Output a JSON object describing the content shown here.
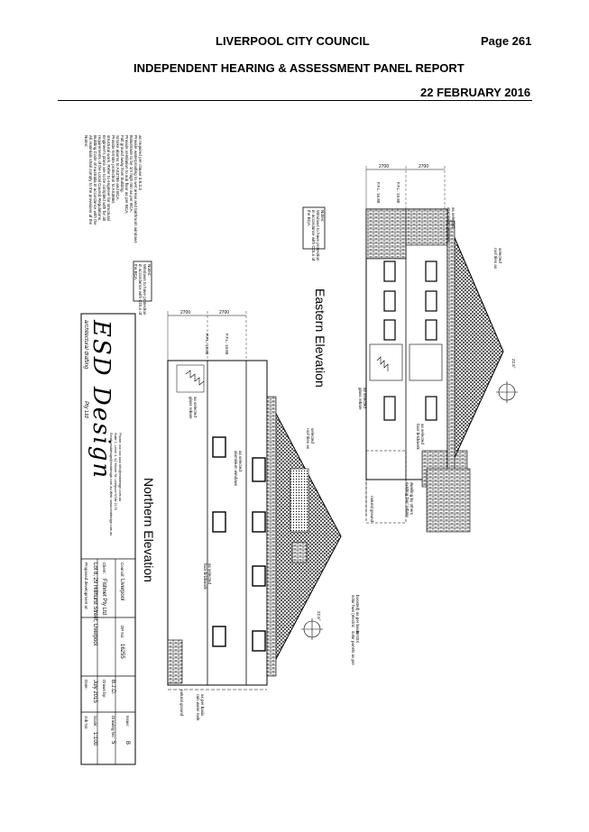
{
  "header": {
    "council": "LIVERPOOL CITY COUNCIL",
    "page": "Page 261",
    "report_title": "INDEPENDENT HEARING & ASSESSMENT PANEL REPORT",
    "date": "22 FEBRUARY 2016"
  },
  "drawing": {
    "northern": {
      "title": "Northern Elevation",
      "dim_1": "2700",
      "dim_2": "2700",
      "level_1": "F.F.L. 16.80",
      "level_2": "F.F.L. 19.80",
      "callout_glass_balustrade": "glass rebate",
      "callout_glass_balustrade_2": "as selected",
      "callout_aluminium_windows": "aluminium windows",
      "callout_aluminium_windows_2": "as selected",
      "callout_face_brickwork": "face brickwork",
      "callout_face_brickwork_2": "as selected",
      "callout_roof_tiles": "roof tiles as",
      "callout_roof_tiles_2": "selected",
      "callout_solar_panels": "solar panels as per",
      "callout_solar_panels_2": "BASIX",
      "callout_solar_hws": "solar hws (electric",
      "callout_solar_hws_2": "boosted) as per basix",
      "callout_rainwater_tank": "rain water tank",
      "callout_rainwater_tank_2": "as per basix",
      "natural_ground": "natural ground",
      "roof_pitch": "22.5°"
    },
    "eastern": {
      "title": "Eastern Elevation",
      "dim_1": "2700",
      "dim_2": "2700",
      "level_1": "F.F.L. 16.80",
      "level_2": "F.F.L. 19.80",
      "callout_aluminium_windows": "aluminium windows",
      "callout_aluminium_windows_2": "as selected",
      "callout_roof_tiles": "roof tiles as",
      "callout_roof_tiles_2": "selected",
      "callout_glass_balustrade": "glass rebate",
      "callout_glass_balustrade_2": "as selected",
      "callout_face_brickwork": "face brickwork",
      "callout_face_brickwork_2": "as selected",
      "callout_existing_ground": "existing 'bar' rebate",
      "callout_existing_ground_2": "dwelling by others",
      "natural_ground": "natural ground",
      "roof_pitch": "22.5°"
    },
    "notes": {
      "termite_heading": "Notes:",
      "termite_1": "Windows to have protection",
      "termite_2": "in accordance with COLs of",
      "termite_3": "the BCA.",
      "general_heading": "Notes:",
      "general_lines": [
        "All materials shall comply to the provisions of the",
        "Building Code of Australia in accordance with the",
        "requirements of the Local Council Regulations.",
        "Engineer's plans are to be complied with for all",
        "structural work. Refer to engineer for structural",
        "Provide termite protection to AS3660.",
        "Smoke alarms to AS3786 and BCA.",
        "Fall ground away from building.",
        "Provide ventilation to sub floor as per BCA.",
        "Balustrade to be 1m high min as per BCA.",
        "Provide waterproofing to wet areas and bathroom windows",
        "as required per clause 3.8.3.3"
      ]
    },
    "titleblock": {
      "brand": "ESD Design",
      "brand_sub": "architectural drafting",
      "brand_sub2": "Pty Ltd",
      "address_1": "Phone: xxx xxx xxxx  info@esddesign.com.au",
      "address_2": "Suite 1, Level 4, 42 Moore St, Liverpool NSW 2170",
      "address_3": "Email: esddesign@esddesign.com.au  Web: www.esddesign.com.au",
      "project_label": "Proposed development at:",
      "project_site": "Lot 8, 29 Hillhurst Street, Liverpool",
      "client_label": "Client:",
      "client": "Fishnet Pty Ltd",
      "council_label": "Council:",
      "council": "Liverpool",
      "dp_label": "DP No:",
      "dp": "16255",
      "date_label": "Date:",
      "date": "July 2015",
      "drawn_label": "Drawn by:",
      "drawn": "B.J.D.",
      "scale_label": "Scale:",
      "scale": "1:100",
      "dwg_label": "Drawing No:",
      "dwg": "5",
      "issue_label": "Issue:",
      "issue": "B",
      "job_label": "Job No:"
    }
  }
}
